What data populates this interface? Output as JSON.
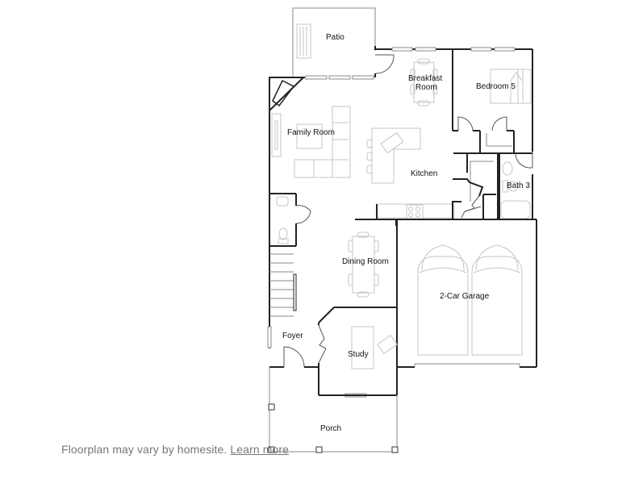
{
  "floorplan": {
    "rooms": [
      {
        "id": "patio",
        "label": "Patio"
      },
      {
        "id": "breakfast",
        "label": "Breakfast\nRoom",
        "line1": "Breakfast",
        "line2": "Room"
      },
      {
        "id": "bedroom5",
        "label": "Bedroom 5"
      },
      {
        "id": "family",
        "label": "Family Room"
      },
      {
        "id": "kitchen",
        "label": "Kitchen"
      },
      {
        "id": "bath3",
        "label": "Bath 3"
      },
      {
        "id": "dining",
        "label": "Dining Room"
      },
      {
        "id": "garage",
        "label": "2-Car Garage"
      },
      {
        "id": "foyer",
        "label": "Foyer"
      },
      {
        "id": "study",
        "label": "Study"
      },
      {
        "id": "porch",
        "label": "Porch"
      }
    ]
  },
  "caption": {
    "text": "Floorplan may vary by homesite.",
    "link": "Learn more"
  },
  "colors": {
    "wall": "#222222",
    "fixture": "#c4c4c4",
    "caption": "#777777"
  }
}
